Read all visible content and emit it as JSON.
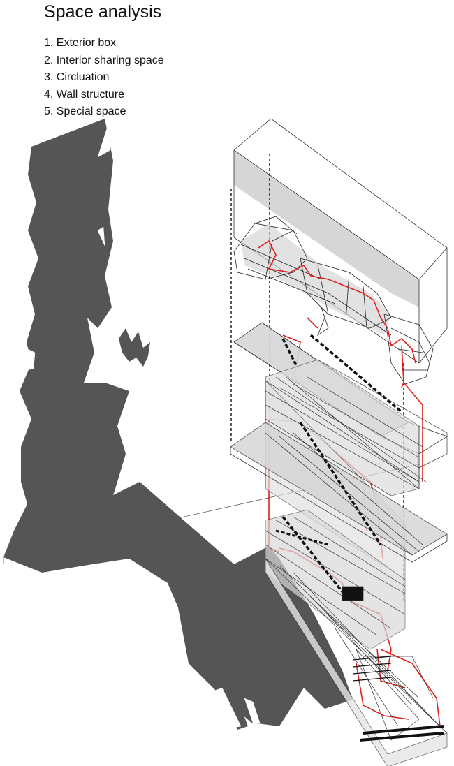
{
  "title": "Space analysis",
  "legend": [
    {
      "number": "1.",
      "label": "Exterior box"
    },
    {
      "number": "2.",
      "label": "Interior sharing space"
    },
    {
      "number": "3.",
      "label": "Circluation"
    },
    {
      "number": "4.",
      "label": "Wall structure"
    },
    {
      "number": "5.",
      "label": "Special space"
    }
  ],
  "colors": {
    "shadow": "#555555",
    "plane_fill": "#d4d4d4",
    "line": "#222222",
    "circulation": "#e0201c"
  }
}
